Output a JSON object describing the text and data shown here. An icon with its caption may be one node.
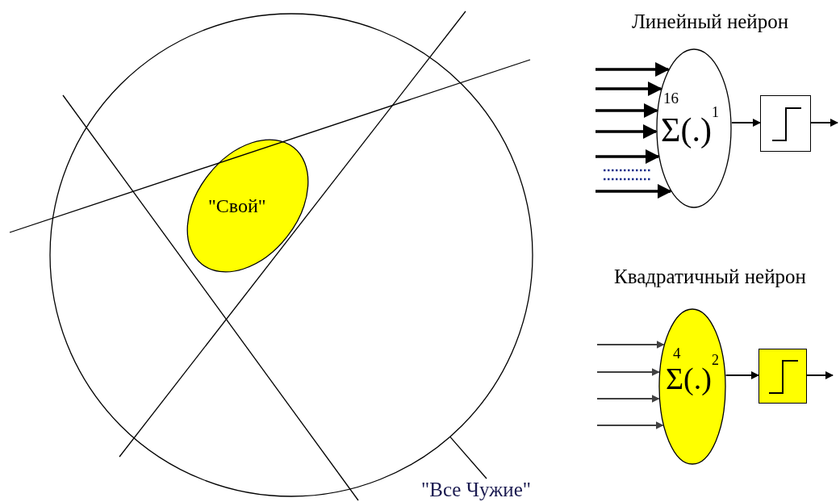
{
  "diagram": {
    "nodes": [
      {
        "text": [],
        "shape": "circle"
      },
      {
        "text": [
          "\"Свой\""
        ],
        "in": 0
      },
      {
        "text": [
          "16",
          "Σ(.)$^{1}$"
        ]
      },
      {
        "text": [],
        "shape": "box"
      },
      {
        "text": [
          "4",
          "Σ(.)$^{2}$"
        ]
      },
      {
        "text": [],
        "shape": "box"
      },
      {
        "text": [
          "\"Все Чужие\""
        ]
      }
    ],
    "edges": [
      {
        "from": null,
        "to": 2,
        "arrow": "to",
        "style": "thick"
      },
      {
        "from": null,
        "to": 2,
        "arrow": "to",
        "style": "thick"
      },
      {
        "from": null,
        "to": 2,
        "arrow": "to",
        "style": "thick"
      },
      {
        "from": null,
        "to": 2,
        "arrow": "to",
        "style": "thick"
      },
      {
        "from": null,
        "to": 2,
        "arrow": "to",
        "style": "thick"
      },
      {
        "from": null,
        "to": 2,
        "arrow": "to",
        "style": "thick"
      },
      {
        "from": 2,
        "to": 3,
        "arrow": "to"
      },
      {
        "from": 3,
        "to": null,
        "arrow": "to"
      },
      {
        "from": null,
        "to": 4,
        "arrow": "to",
        "color": "#404040"
      },
      {
        "from": null,
        "to": 4,
        "arrow": "to",
        "color": "#404040"
      },
      {
        "from": null,
        "to": 4,
        "arrow": "to",
        "color": "#404040"
      },
      {
        "from": null,
        "to": 4,
        "arrow": "to",
        "color": "#404040"
      },
      {
        "from": 4,
        "to": 5,
        "arrow": "to"
      },
      {
        "from": 5,
        "to": null,
        "arrow": "to"
      },
      {
        "from": 6,
        "to": 0,
        "arrow": "none"
      }
    ],
    "labels": [
      "Линейный нейрон",
      "Квадратичный нейрон"
    ]
  }
}
